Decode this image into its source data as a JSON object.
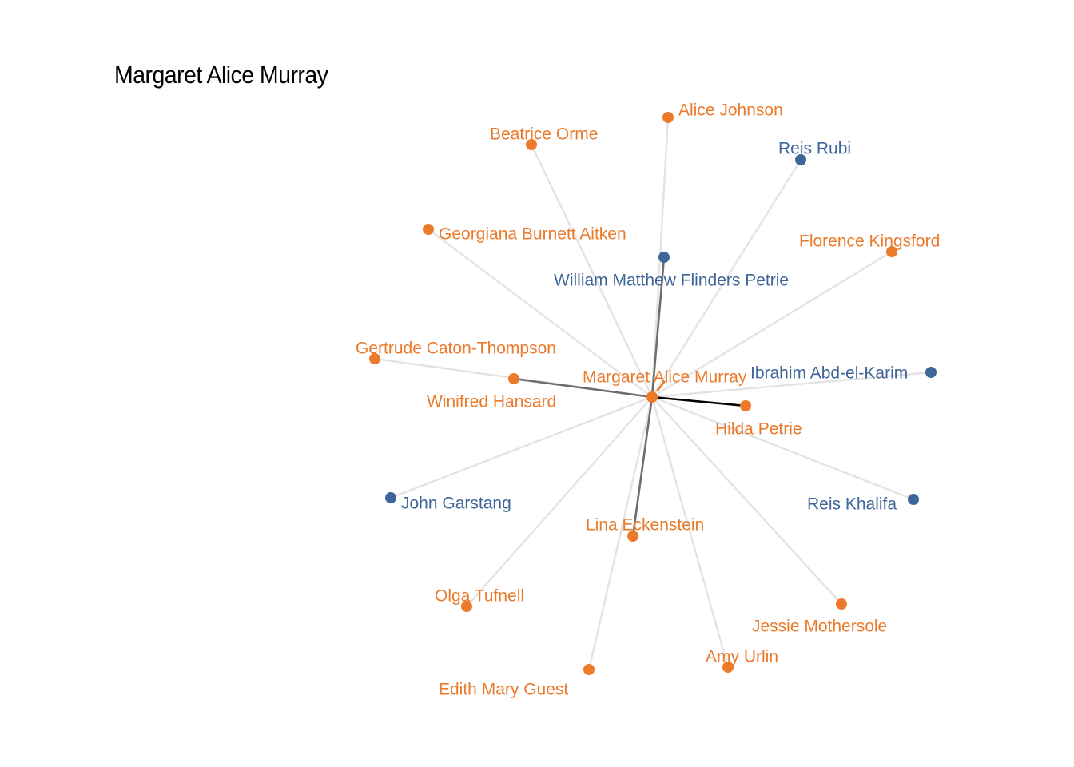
{
  "title": "Margaret Alice Murray",
  "colors": {
    "female": "#EB7A2B",
    "male": "#3F6699",
    "edge_light": "#E3E3E3",
    "edge_mid": "#6E6E6E",
    "edge_dark": "#000000"
  },
  "center": {
    "id": "margaret-alice-murray",
    "label": "Margaret Alice Murray",
    "group": "female"
  },
  "nodes": [
    {
      "id": "alice-johnson",
      "label": "Alice Johnson",
      "group": "female",
      "edge": "light"
    },
    {
      "id": "beatrice-orme",
      "label": "Beatrice Orme",
      "group": "female",
      "edge": "light"
    },
    {
      "id": "reis-rubi",
      "label": "Reis Rubi",
      "group": "male",
      "edge": "light"
    },
    {
      "id": "georgiana-burnett-aitken",
      "label": "Georgiana Burnett Aitken",
      "group": "female",
      "edge": "light"
    },
    {
      "id": "florence-kingsford",
      "label": "Florence Kingsford",
      "group": "female",
      "edge": "light"
    },
    {
      "id": "william-matthew-flinders-petrie",
      "label": "William Matthew Flinders Petrie",
      "group": "male",
      "edge": "mid"
    },
    {
      "id": "gertrude-caton-thompson",
      "label": "Gertrude Caton-Thompson",
      "group": "female",
      "edge": "light"
    },
    {
      "id": "ibrahim-abd-el-karim",
      "label": "Ibrahim Abd-el-Karim",
      "group": "male",
      "edge": "light"
    },
    {
      "id": "winifred-hansard",
      "label": "Winifred Hansard",
      "group": "female",
      "edge": "mid"
    },
    {
      "id": "hilda-petrie",
      "label": "Hilda Petrie",
      "group": "female",
      "edge": "dark"
    },
    {
      "id": "john-garstang",
      "label": "John Garstang",
      "group": "male",
      "edge": "light"
    },
    {
      "id": "reis-khalifa",
      "label": "Reis Khalifa",
      "group": "male",
      "edge": "light"
    },
    {
      "id": "lina-eckenstein",
      "label": "Lina Eckenstein",
      "group": "female",
      "edge": "mid"
    },
    {
      "id": "olga-tufnell",
      "label": "Olga Tufnell",
      "group": "female",
      "edge": "light"
    },
    {
      "id": "jessie-mothersole",
      "label": "Jessie Mothersole",
      "group": "female",
      "edge": "light"
    },
    {
      "id": "amy-urlin",
      "label": "Amy Urlin",
      "group": "female",
      "edge": "light"
    },
    {
      "id": "edith-mary-guest",
      "label": "Edith Mary Guest",
      "group": "female",
      "edge": "light"
    }
  ]
}
